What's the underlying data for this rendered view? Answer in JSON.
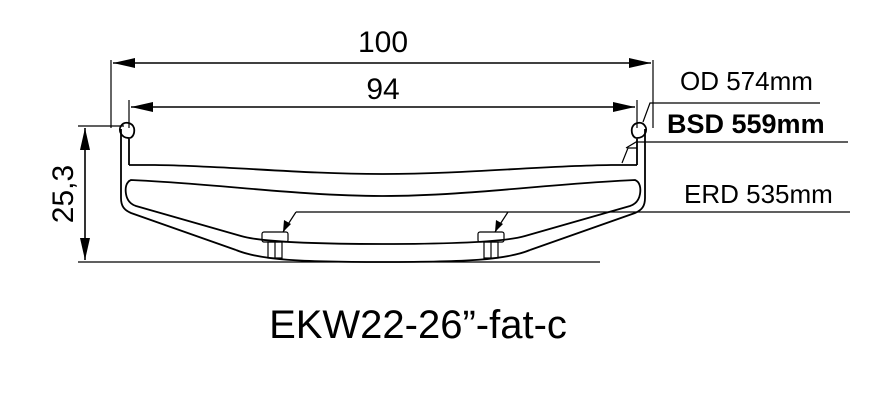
{
  "dimensions": {
    "outer_width": "100",
    "inner_width": "94",
    "height": "25,3"
  },
  "callouts": {
    "od": "OD 574mm",
    "bsd": "BSD 559mm",
    "erd": "ERD 535mm"
  },
  "title": "EKW22-26”-fat-c"
}
